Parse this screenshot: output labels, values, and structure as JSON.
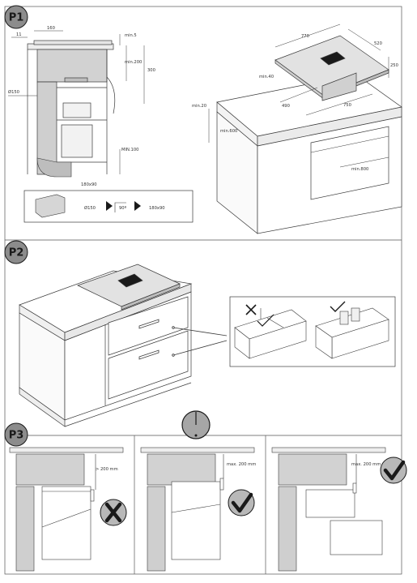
{
  "panels": {
    "p1": {
      "badge": "P1",
      "dims": {
        "d160": "160",
        "d11": "11",
        "min5": "min.5",
        "min200": "min.200",
        "d300": "300",
        "o150": "Ø150",
        "min100": "MIN.100",
        "duct_180x90": "180x90",
        "d770": "770",
        "d520": "520",
        "d250": "250",
        "min40": "min.40",
        "d490": "490",
        "d750": "750",
        "min20": "min.20",
        "min600": "min.600",
        "min800": "min.800"
      },
      "legend": {
        "round": "Ø150",
        "angle": "90º",
        "flat": "180x90"
      }
    },
    "p2": {
      "badge": "P2"
    },
    "p3": {
      "badge": "P3",
      "label_a": "> 200 mm",
      "label_b": "max. 200 mm",
      "label_c": "max. 200 mm"
    }
  },
  "colors": {
    "line": "#3a3a3a",
    "badge_bg": "#8c8c8c",
    "hob": "#e6e6e6",
    "gray_box": "#d2d2d2",
    "duct": "#cfcfcf"
  },
  "icons": [
    "approved-check-icon",
    "forbidden-cross-icon",
    "arrow-right-icon"
  ]
}
